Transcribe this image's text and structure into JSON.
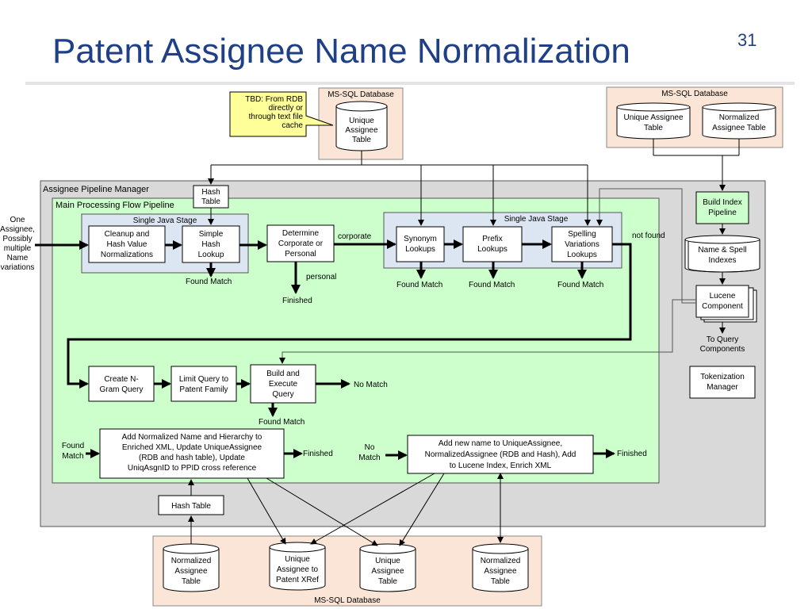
{
  "slide": {
    "title": "Patent Assignee Name Normalization",
    "number": "31"
  },
  "colors": {
    "title": "#1f3f86",
    "manager_bg": "#d9d9d9",
    "pipeline_bg": "#ccffcc",
    "db_bg": "#fbe5d6",
    "note_bg": "#ffff99",
    "stage_bg": "#dce6f2"
  },
  "note": {
    "lines": [
      "TBD:  From RDB",
      "directly or",
      "through text file",
      "cache"
    ]
  },
  "db_top": {
    "label": "MS-SQL Database",
    "table": [
      "Unique",
      "Assignee",
      "Table"
    ]
  },
  "db_right": {
    "label": "MS-SQL Database",
    "table1": [
      "Unique Assignee",
      "Table"
    ],
    "table2": [
      "Normalized",
      "Assignee Table"
    ]
  },
  "db_bottom": {
    "label": "MS-SQL Database",
    "t1": [
      "Normalized",
      "Assignee",
      "Table"
    ],
    "t2": [
      "Unique",
      "Assignee to",
      "Patent XRef"
    ],
    "t3": [
      "Unique",
      "Assignee",
      "Table"
    ],
    "t4": [
      "Normalized",
      "Assignee",
      "Table"
    ]
  },
  "manager": {
    "label": "Assignee Pipeline Manager"
  },
  "pipeline": {
    "label": "Main Processing Flow Pipeline"
  },
  "hash_table_top": [
    "Hash",
    "Table"
  ],
  "input": [
    "One",
    "Assignee,",
    "Possibly",
    "multiple",
    "Name",
    "variations"
  ],
  "stage1": {
    "label": "Single Java Stage"
  },
  "stage2": {
    "label": "Single Java Stage"
  },
  "boxes": {
    "cleanup": [
      "Cleanup and",
      "Hash Value",
      "Normalizations"
    ],
    "simple_hash": [
      "Simple",
      "Hash",
      "Lookup"
    ],
    "determine": [
      "Determine",
      "Corporate or",
      "Personal"
    ],
    "synonym": [
      "Synonym",
      "Lookups"
    ],
    "prefix": [
      "Prefix",
      "Lookups"
    ],
    "spelling": [
      "Spelling",
      "Variations",
      "Lookups"
    ],
    "ngram": [
      "Create N-",
      "Gram Query"
    ],
    "limit": [
      "Limit Query to",
      "Patent Family"
    ],
    "build": [
      "Build and",
      "Execute",
      "Query"
    ],
    "add_norm": [
      "Add Normalized Name and Hierarchy to",
      "Enriched XML, Update UniqueAssignee",
      "(RDB and hash table), Update",
      "UniqAsgnID to PPID cross reference"
    ],
    "add_new": [
      "Add new name to UniqueAssignee,",
      "NormalizedAssignee (RDB and Hash), Add",
      "to Lucene Index, Enrich XML"
    ],
    "hash_table_bottom": "Hash Table",
    "build_index": [
      "Build Index",
      "Pipeline"
    ],
    "name_spell": [
      "Name & Spell",
      "Indexes"
    ],
    "lucene": [
      "Lucene",
      "Component"
    ],
    "tokenization": [
      "Tokenization",
      "Manager"
    ]
  },
  "labels": {
    "found_match_1": "Found Match",
    "corporate": "corporate",
    "personal": "personal",
    "finished_1": "Finished",
    "found_match_syn": "Found Match",
    "found_match_pre": "Found Match",
    "found_match_spell": "Found Match",
    "not_found": "not found",
    "to_query": [
      "To Query",
      "Components"
    ],
    "no_match_1": "No Match",
    "found_match_build": "Found Match",
    "found_match_left": [
      "Found",
      "Match"
    ],
    "finished_2": "Finished",
    "no_match_left": [
      "No",
      "Match"
    ],
    "finished_3": "Finished"
  }
}
